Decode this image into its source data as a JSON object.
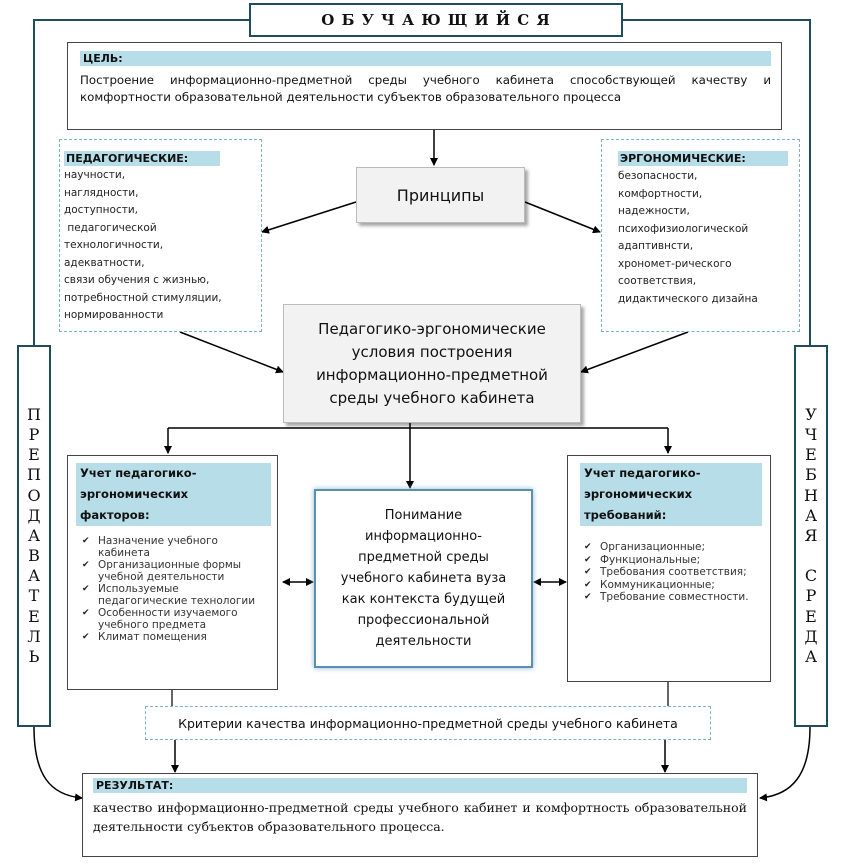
{
  "title": "О Б У Ч А Ю Щ И Й С Я",
  "left_vertical": [
    "П",
    "Р",
    "Е",
    "П",
    "О",
    "Д",
    "А",
    "В",
    "А",
    "Т",
    "Е",
    "Л",
    "Ь"
  ],
  "right_vertical": [
    "У",
    "Ч",
    "Е",
    "Б",
    "Н",
    "А",
    "Я",
    "",
    "С",
    "Р",
    "Е",
    "Д",
    "А"
  ],
  "goal": {
    "header": "ЦЕЛЬ:",
    "text": "Построение информационно-предметной среды учебного кабинета способствующей качеству и комфортности образовательной деятельности субъектов образовательного процесса"
  },
  "principles": "Принципы",
  "pedagogical": {
    "header": "ПЕДАГОГИЧЕСКИЕ:",
    "items": [
      "научности,",
      "наглядности,",
      "доступности,",
      " педагогической",
      "технологичности,",
      "адекватности,",
      "связи обучения с жизнью,",
      "потребностной стимуляции,",
      "нормированности"
    ]
  },
  "ergonomic": {
    "header": "ЭРГОНОМИЧЕСКИЕ:",
    "items": [
      "безопасности,",
      "комфортности,",
      "надежности,",
      "психофизиологической",
      "адаптивнсти,",
      "хрономет-рического",
      "соответствия,",
      "дидактического дизайна"
    ]
  },
  "conditions": {
    "lines": [
      "Педагогико-эргономические",
      "условия построения",
      "информационно-предметной",
      "среды учебного кабинета"
    ]
  },
  "factors": {
    "header": [
      "Учет педагогико-",
      "эргономических",
      "факторов:"
    ],
    "items": [
      "Назначение учебного кабинета",
      "Организационные формы учебной деятельности",
      "Используемые педагогические технологии",
      "Особенности изучаемого учебного предмета",
      "Климат помещения"
    ]
  },
  "understanding": {
    "lines": [
      "Понимание",
      "информационно-",
      "предметной среды",
      "учебного кабинета вуза",
      "как контекста будущей",
      "профессиональной",
      "деятельности"
    ]
  },
  "requirements": {
    "header": [
      "Учет педагогико-",
      "эргономических",
      "требований:"
    ],
    "items": [
      "Организационные;",
      "Функциональные;",
      "Требования соответствия;",
      "Коммуникационные;",
      "Требование совместности."
    ]
  },
  "criteria": "Критерии качества информационно-предметной среды учебного кабинета",
  "result": {
    "header": "РЕЗУЛЬТАТ:",
    "text": "качество информационно-предметной среды учебного кабинет и комфортность образовательной деятельности субъектов образовательного процесса."
  },
  "colors": {
    "frame": "#1f4e5a",
    "header_fill": "#b7dde8",
    "dashed_border": "#7fb1c0"
  }
}
